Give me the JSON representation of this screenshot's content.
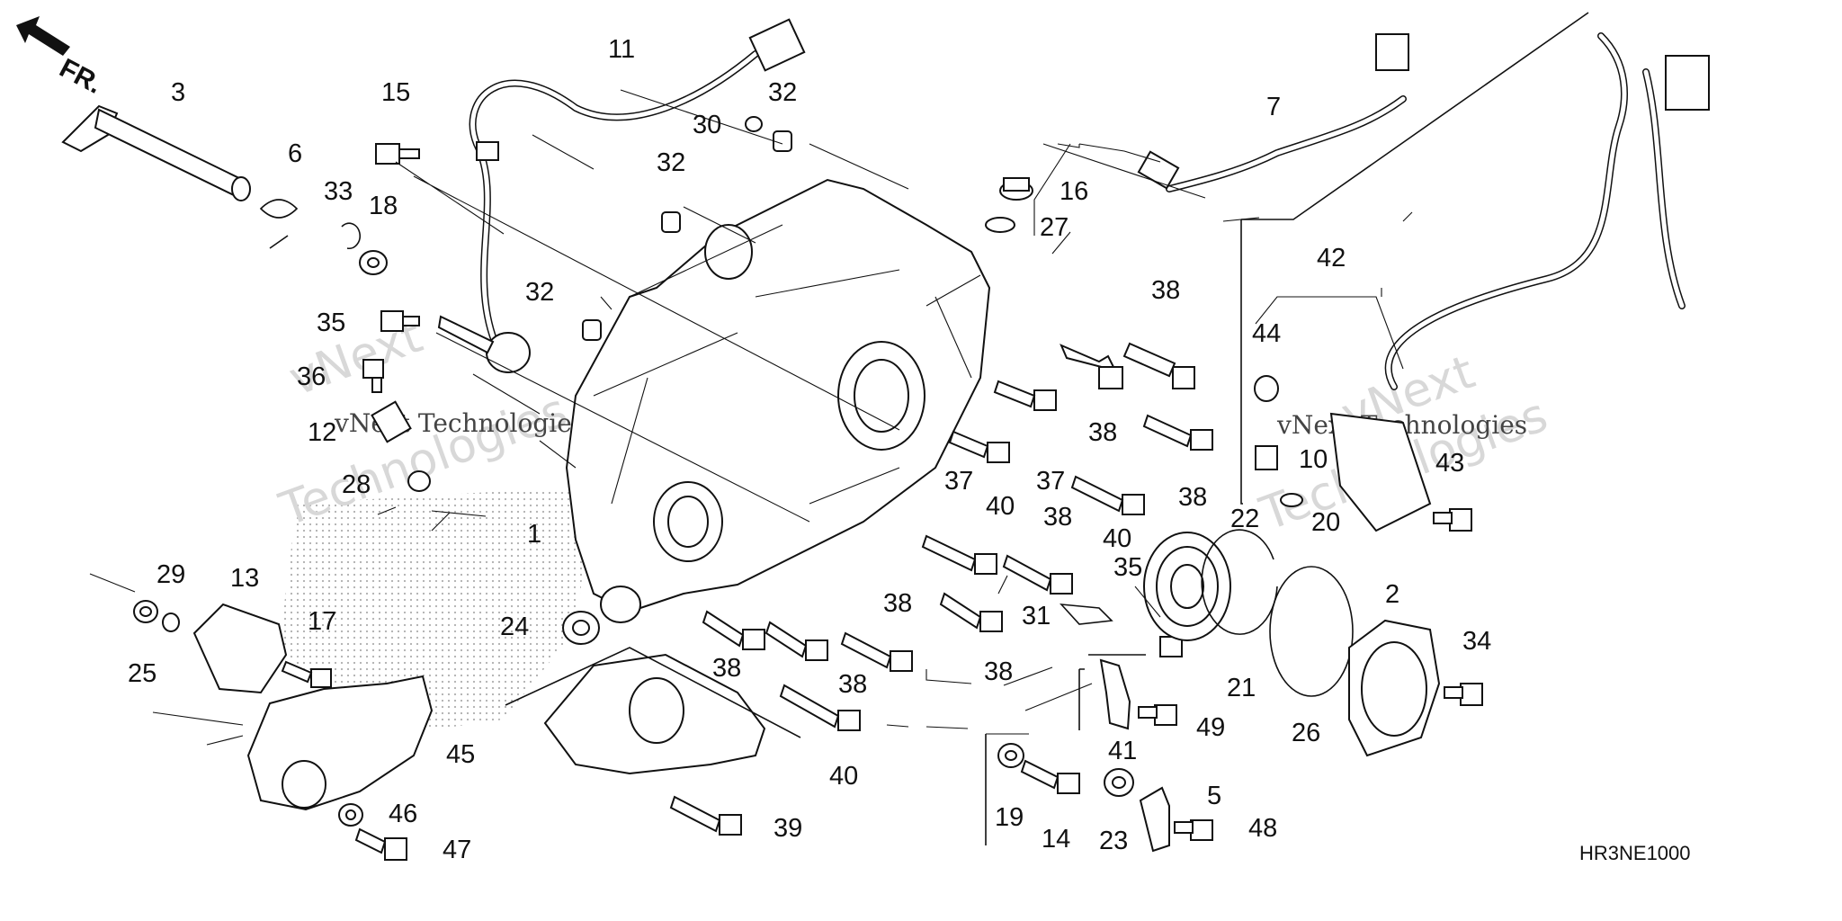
{
  "direction_label": "FR.",
  "diagram_code": "HR3NE1000",
  "watermark": {
    "brand": "vNext",
    "word": "Technologies",
    "inline_text_left": "vNext Technologies",
    "inline_text_right": "vNext Technologies"
  },
  "callouts": [
    {
      "id": "c1",
      "text": "1"
    },
    {
      "id": "c2",
      "text": "2"
    },
    {
      "id": "c3",
      "text": "3"
    },
    {
      "id": "c5",
      "text": "5"
    },
    {
      "id": "c6",
      "text": "6"
    },
    {
      "id": "c7",
      "text": "7"
    },
    {
      "id": "c10",
      "text": "10"
    },
    {
      "id": "c11",
      "text": "11"
    },
    {
      "id": "c12",
      "text": "12"
    },
    {
      "id": "c13",
      "text": "13"
    },
    {
      "id": "c14",
      "text": "14"
    },
    {
      "id": "c15",
      "text": "15"
    },
    {
      "id": "c16",
      "text": "16"
    },
    {
      "id": "c17",
      "text": "17"
    },
    {
      "id": "c18",
      "text": "18"
    },
    {
      "id": "c19",
      "text": "19"
    },
    {
      "id": "c20",
      "text": "20"
    },
    {
      "id": "c21",
      "text": "21"
    },
    {
      "id": "c22",
      "text": "22"
    },
    {
      "id": "c23",
      "text": "23"
    },
    {
      "id": "c24",
      "text": "24"
    },
    {
      "id": "c25",
      "text": "25"
    },
    {
      "id": "c26",
      "text": "26"
    },
    {
      "id": "c27",
      "text": "27"
    },
    {
      "id": "c28",
      "text": "28"
    },
    {
      "id": "c29",
      "text": "29"
    },
    {
      "id": "c30",
      "text": "30"
    },
    {
      "id": "c31",
      "text": "31"
    },
    {
      "id": "c32a",
      "text": "32"
    },
    {
      "id": "c32b",
      "text": "32"
    },
    {
      "id": "c32c",
      "text": "32"
    },
    {
      "id": "c33",
      "text": "33"
    },
    {
      "id": "c34",
      "text": "34"
    },
    {
      "id": "c35a",
      "text": "35"
    },
    {
      "id": "c35b",
      "text": "35"
    },
    {
      "id": "c36",
      "text": "36"
    },
    {
      "id": "c37a",
      "text": "37"
    },
    {
      "id": "c37b",
      "text": "37"
    },
    {
      "id": "c38a",
      "text": "38"
    },
    {
      "id": "c38b",
      "text": "38"
    },
    {
      "id": "c38c",
      "text": "38"
    },
    {
      "id": "c38d",
      "text": "38"
    },
    {
      "id": "c38e",
      "text": "38"
    },
    {
      "id": "c38f",
      "text": "38"
    },
    {
      "id": "c38g",
      "text": "38"
    },
    {
      "id": "c38h",
      "text": "38"
    },
    {
      "id": "c39",
      "text": "39"
    },
    {
      "id": "c40a",
      "text": "40"
    },
    {
      "id": "c40b",
      "text": "40"
    },
    {
      "id": "c40c",
      "text": "40"
    },
    {
      "id": "c41",
      "text": "41"
    },
    {
      "id": "c42",
      "text": "42"
    },
    {
      "id": "c43",
      "text": "43"
    },
    {
      "id": "c44",
      "text": "44"
    },
    {
      "id": "c45",
      "text": "45"
    },
    {
      "id": "c46",
      "text": "46"
    },
    {
      "id": "c47",
      "text": "47"
    },
    {
      "id": "c48",
      "text": "48"
    },
    {
      "id": "c49",
      "text": "49"
    }
  ]
}
